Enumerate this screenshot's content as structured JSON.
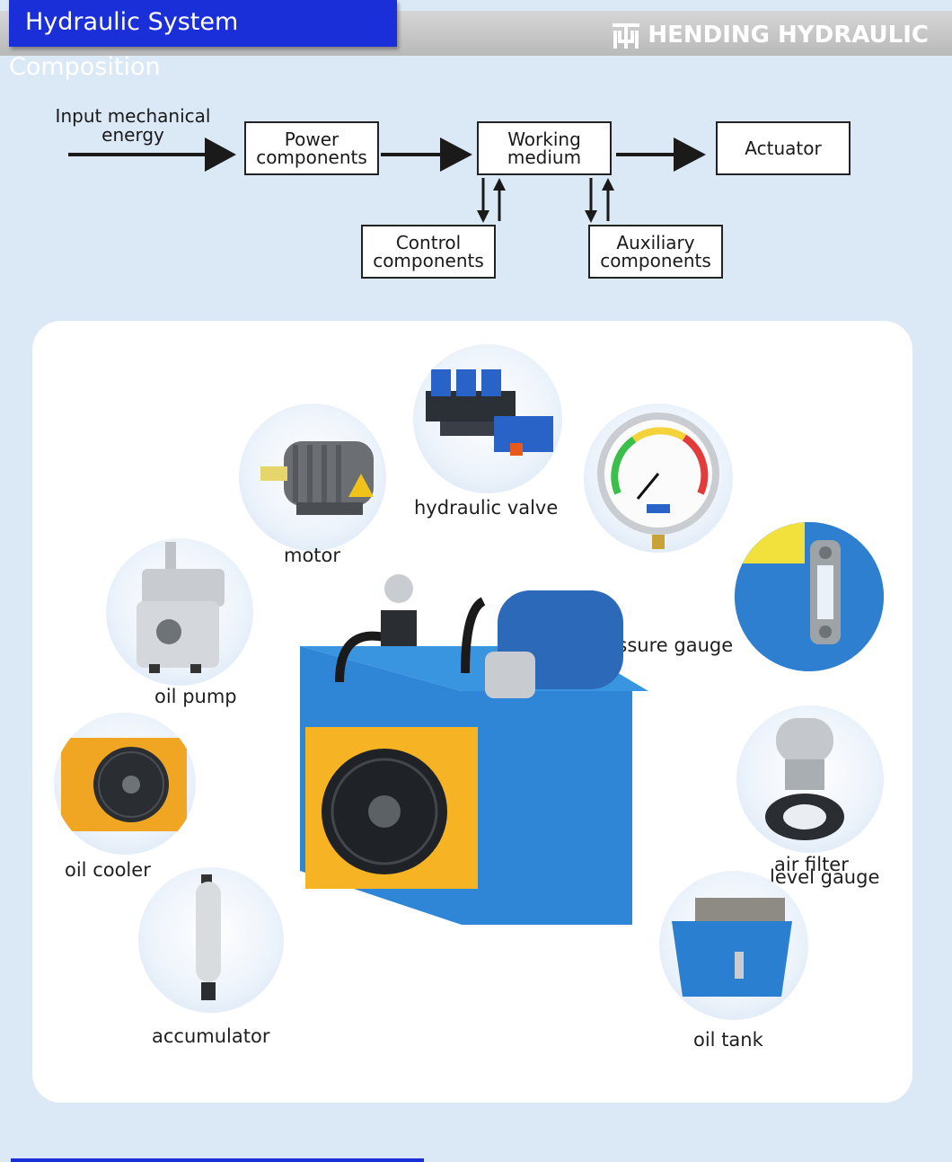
{
  "header": {
    "title": "Hydraulic System Composition",
    "brand": "HENDING HYDRAULIC",
    "brand_icon": "hending-logo-icon",
    "accent": "#1a2fd8"
  },
  "flow": {
    "input_line1": "Input mechanical",
    "input_line2": "energy",
    "power_line1": "Power",
    "power_line2": "components",
    "working_line1": "Working",
    "working_line2": "medium",
    "actuator": "Actuator",
    "control_line1": "Control",
    "control_line2": "components",
    "auxiliary_line1": "Auxiliary",
    "auxiliary_line2": "components"
  },
  "components": {
    "hydraulic_valve": "hydraulic valve",
    "motor": "motor",
    "pressure_gauge": "pressure gauge",
    "oil_pump": "oil pump",
    "level_gauge": "level gauge",
    "oil_cooler": "oil cooler",
    "air_filter": "air filter",
    "accumulator": "accumulator",
    "oil_tank": "oil tank"
  }
}
